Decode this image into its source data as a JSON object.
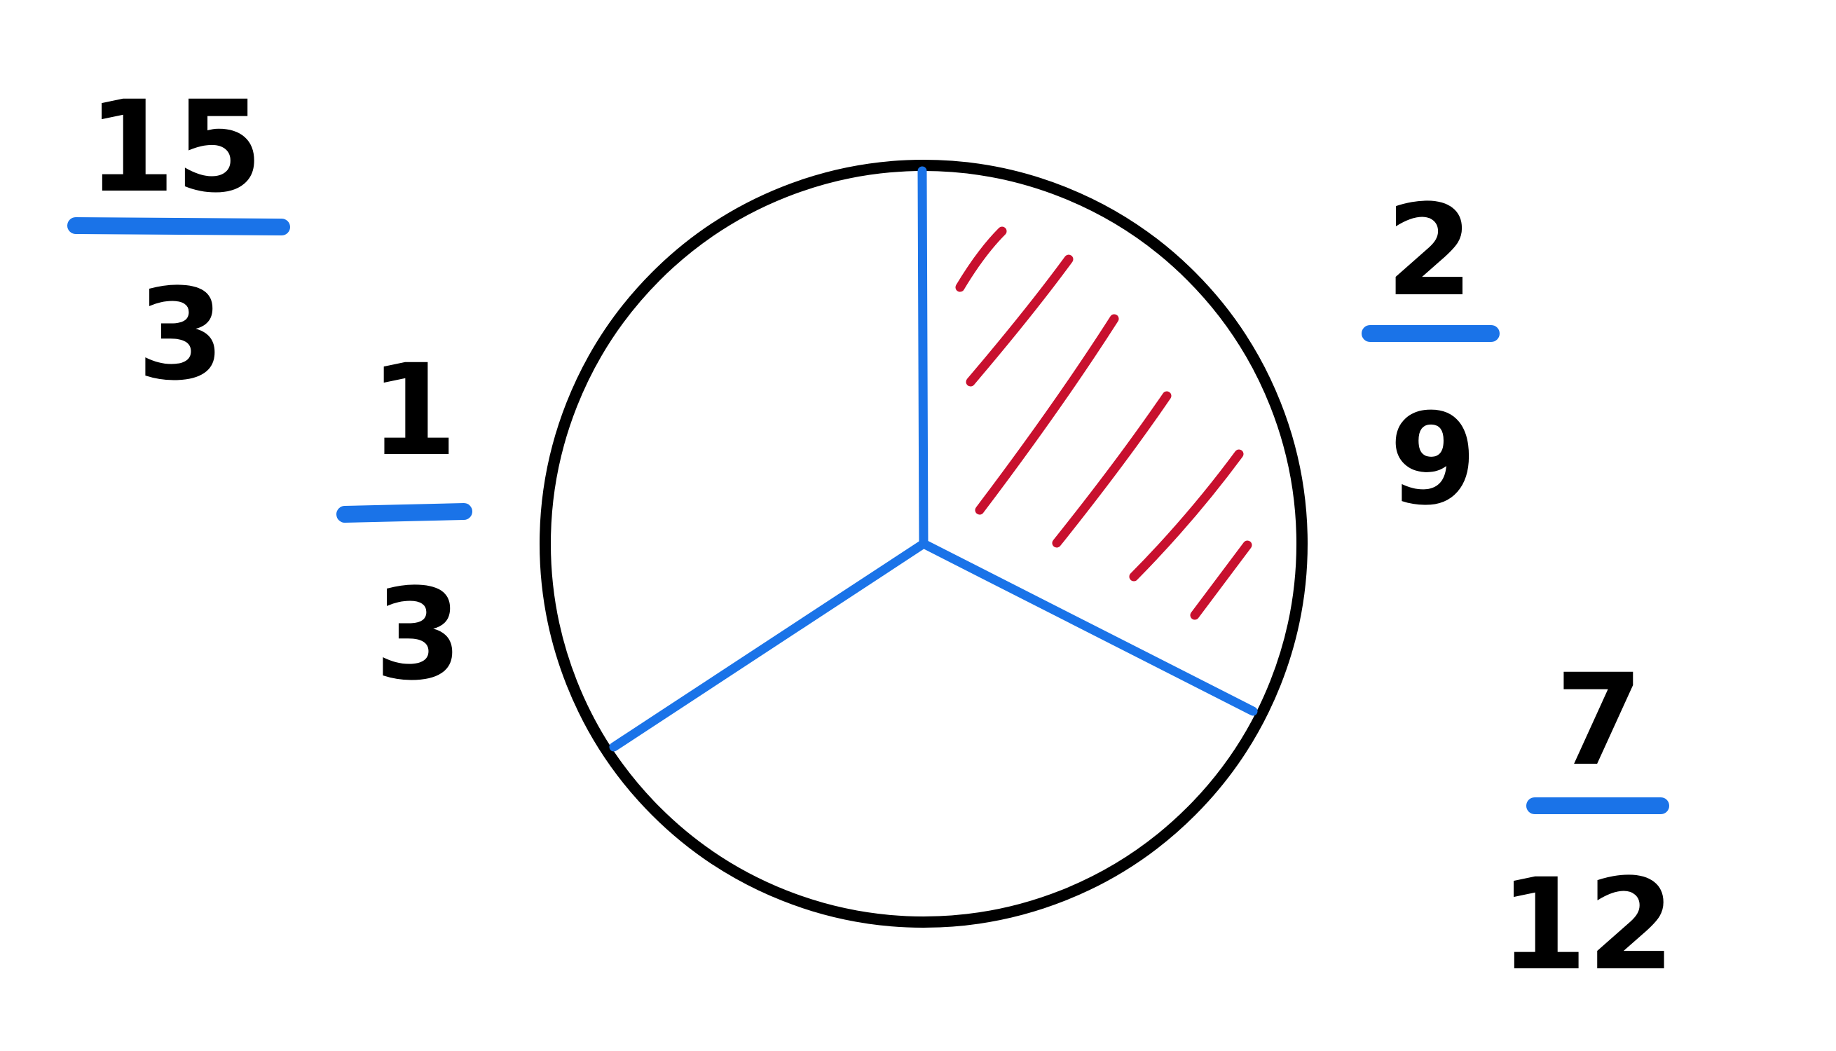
{
  "colors": {
    "background": "#ffffff",
    "circle_outline": "#000000",
    "divider_lines": "#1a73e8",
    "hatching": "#c8102e",
    "numerals": "#000000",
    "fraction_bars": "#1a73e8"
  },
  "circle": {
    "sectors": 3,
    "shaded_sectors": 1
  },
  "fractions": [
    {
      "id": "fifteen-thirds",
      "numerator": "15",
      "denominator": "3"
    },
    {
      "id": "one-third",
      "numerator": "1",
      "denominator": "3"
    },
    {
      "id": "two-ninths",
      "numerator": "2",
      "denominator": "9"
    },
    {
      "id": "seven-twelfths",
      "numerator": "7",
      "denominator": "12"
    }
  ]
}
